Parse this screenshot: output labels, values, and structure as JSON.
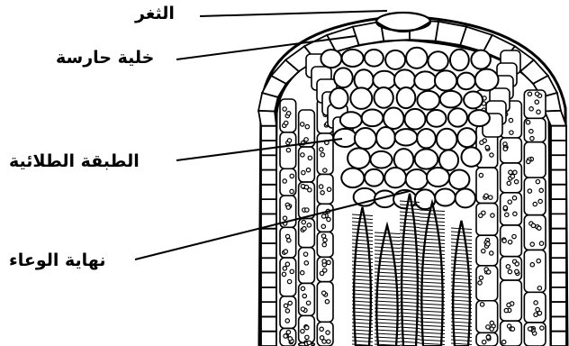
{
  "labels": {
    "stoma": "الثغر",
    "guard_cell": "خلية حارسة",
    "epithem": "الطبقة الطلائية",
    "vessel_end": "نهاية الوعاء"
  }
}
